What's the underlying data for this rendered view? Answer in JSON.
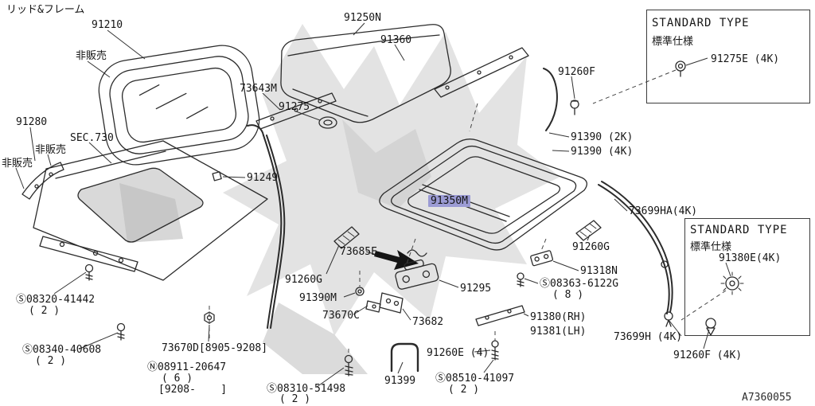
{
  "selection_color": "#9b9bd4",
  "header": {
    "title": "リッド&フレーム",
    "drawing_code": "A7360055"
  },
  "standard_boxes": [
    {
      "title": "STANDARD TYPE",
      "subtitle": "標準仕様",
      "part": "91275E (4K)"
    },
    {
      "title": "STANDARD TYPE",
      "subtitle": "標準仕様",
      "part": "91380E(4K)"
    }
  ],
  "labels": {
    "k91210": "91210",
    "nonsale_top": "非販売",
    "k91250N": "91250N",
    "k91360": "91360",
    "k73643M": "73643M",
    "k91275": "91275",
    "k91260F_top": "91260F",
    "k91280": "91280",
    "nonsale_mid": "非販売",
    "nonsale_left": "非販売",
    "sec730": "SEC.730",
    "k91249": "91249",
    "k91390_2k": "91390 (2K)",
    "k91390_4k": "91390 (4K)",
    "k91350M": "91350M",
    "k73699HA": "73699HA(4K)",
    "k91260G_r": "91260G",
    "k91318N": "91318N",
    "s08363": "Ⓢ08363-6122G",
    "s08363_qty": "( 8 )",
    "k73685E": "73685E",
    "k91260G_l": "91260G",
    "k91390M": "91390M",
    "k91295": "91295",
    "k73670C": "73670C",
    "k73682": "73682",
    "k91380RH": "91380(RH)",
    "k91381LH": "91381(LH)",
    "s08320": "Ⓢ08320-41442",
    "s08320_qty": "( 2 )",
    "s08340": "Ⓢ08340-40608",
    "s08340_qty": "( 2 )",
    "k73670D": "73670D[8905-9208]",
    "n08911": "Ⓝ08911-20647",
    "n08911_qty": "( 6 )",
    "n08911_range": "[9208-    ]",
    "s08310": "Ⓢ08310-51498",
    "s08310_qty": "( 2 )",
    "k91399": "91399",
    "k91260E": "91260E (4)",
    "s08510": "Ⓢ08510-41097",
    "s08510_qty": "( 2 )",
    "k73699H": "73699H (4K)",
    "k91260F_4k": "91260F (4K)"
  }
}
